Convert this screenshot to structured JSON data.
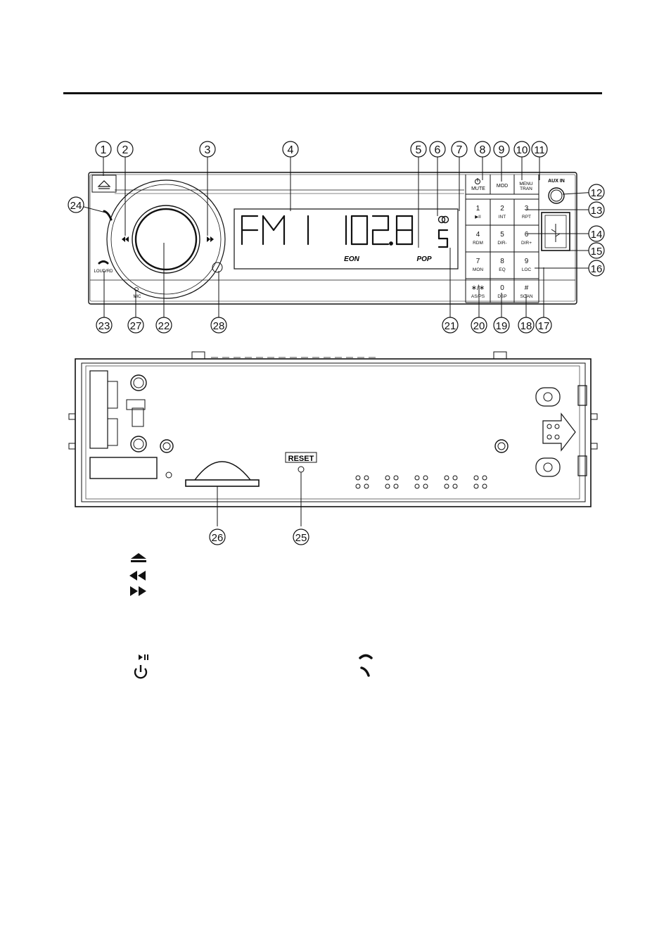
{
  "display": {
    "band": "FM1",
    "frequency": "102.8",
    "preset": "5",
    "eon": "EON",
    "pop": "POP"
  },
  "panel": {
    "aux_label": "AUX IN",
    "mute_label": "MUTE",
    "mod_label": "MOD",
    "menu_label": "MENU",
    "tran_label": "TRAN",
    "loud_label": "LOUD/RD",
    "mic_label": "MIC",
    "keys": [
      {
        "num": "1",
        "sub": "▶II"
      },
      {
        "num": "2",
        "sub": "INT"
      },
      {
        "num": "3",
        "sub": "RPT"
      },
      {
        "num": "4",
        "sub": "RDM"
      },
      {
        "num": "5",
        "sub": "DIR-"
      },
      {
        "num": "6",
        "sub": "DIR+"
      },
      {
        "num": "7",
        "sub": "MON"
      },
      {
        "num": "8",
        "sub": "EQ"
      },
      {
        "num": "9",
        "sub": "LOC"
      },
      {
        "num": "∗/∗",
        "sub": "AS/PS"
      },
      {
        "num": "0",
        "sub": "DSP"
      },
      {
        "num": "#",
        "sub": "SCAN"
      }
    ]
  },
  "chassis": {
    "reset_label": "RESET"
  },
  "callouts_top": [
    "1",
    "2",
    "3",
    "4",
    "5",
    "6",
    "7",
    "8",
    "9",
    "10",
    "11"
  ],
  "callouts_right": [
    "12",
    "13",
    "14",
    "15",
    "16"
  ],
  "callouts_bottom": [
    "23",
    "27",
    "22",
    "28",
    "21",
    "20",
    "19",
    "18",
    "17"
  ],
  "callout_left": "24",
  "callouts_chassis": [
    "26",
    "25"
  ],
  "legend_icons": [
    "eject-icon",
    "rewind-icon",
    "fast-forward-icon",
    "play-pause-icon",
    "power-icon",
    "hang-up-icon",
    "answer-call-icon"
  ]
}
